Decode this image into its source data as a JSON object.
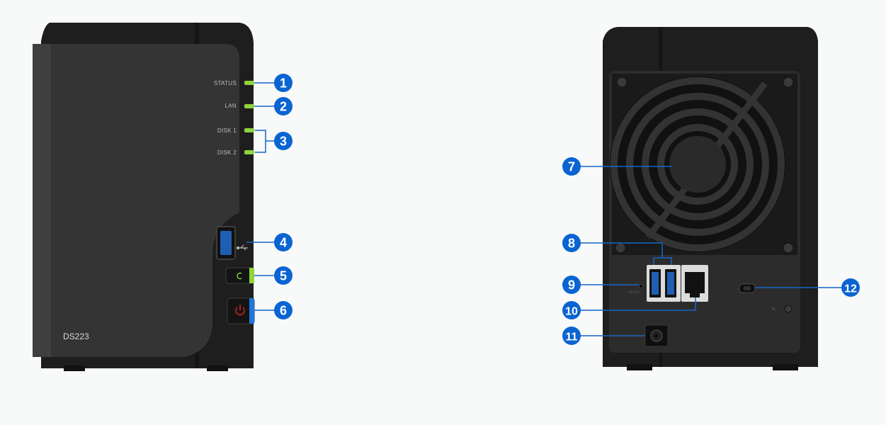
{
  "front": {
    "model_label": "DS223",
    "led_labels": [
      "STATUS",
      "LAN",
      "DISK 1",
      "DISK 2"
    ]
  },
  "back": {
    "reset_label": "RESET"
  },
  "callouts": [
    "1",
    "2",
    "3",
    "4",
    "5",
    "6",
    "7",
    "8",
    "9",
    "10",
    "11",
    "12"
  ],
  "colors": {
    "callout_blue": "#0a64d2",
    "led_green": "#8fd43c",
    "power_red": "#e02020",
    "power_highlight_blue": "#1e78dc",
    "chassis": "#2a2a2a"
  }
}
